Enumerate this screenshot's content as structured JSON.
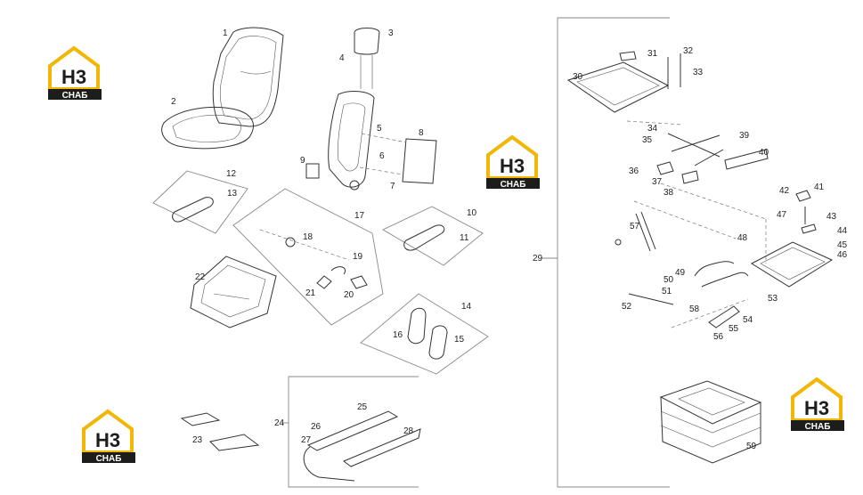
{
  "logo": {
    "mark": "H3",
    "caption": "СНАБ",
    "gold": "#f2b705",
    "dark": "#1d1d1b"
  },
  "callouts": [
    "1",
    "2",
    "3",
    "4",
    "5",
    "6",
    "7",
    "8",
    "9",
    "10",
    "11",
    "12",
    "13",
    "14",
    "15",
    "16",
    "17",
    "18",
    "19",
    "20",
    "21",
    "22",
    "23",
    "24",
    "25",
    "26",
    "27",
    "28",
    "29",
    "30",
    "31",
    "32",
    "33",
    "34",
    "35",
    "36",
    "37",
    "38",
    "39",
    "40",
    "41",
    "42",
    "43",
    "44",
    "45",
    "46",
    "47",
    "48",
    "49",
    "50",
    "51",
    "52",
    "53",
    "54",
    "55",
    "56",
    "57",
    "58",
    "59"
  ]
}
